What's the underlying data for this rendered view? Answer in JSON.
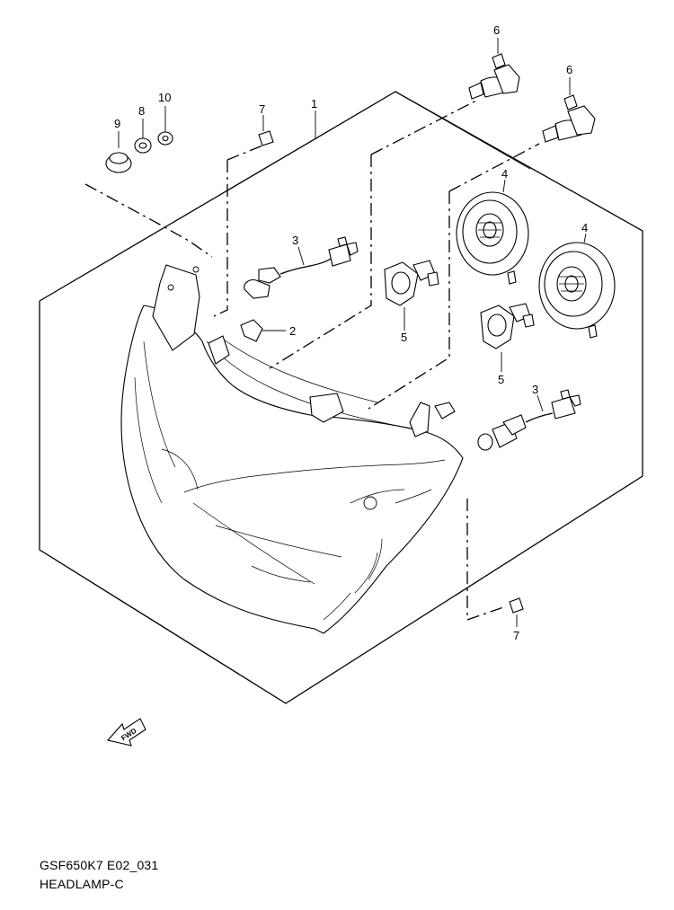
{
  "diagram": {
    "fwd_label": "FWD",
    "callouts": [
      {
        "id": "c1",
        "label": "1"
      },
      {
        "id": "c2",
        "label": "2"
      },
      {
        "id": "c3a",
        "label": "3"
      },
      {
        "id": "c3b",
        "label": "3"
      },
      {
        "id": "c4a",
        "label": "4"
      },
      {
        "id": "c4b",
        "label": "4"
      },
      {
        "id": "c5a",
        "label": "5"
      },
      {
        "id": "c5b",
        "label": "5"
      },
      {
        "id": "c6a",
        "label": "6"
      },
      {
        "id": "c6b",
        "label": "6"
      },
      {
        "id": "c7a",
        "label": "7"
      },
      {
        "id": "c7b",
        "label": "7"
      },
      {
        "id": "c8",
        "label": "8"
      },
      {
        "id": "c9",
        "label": "9"
      },
      {
        "id": "c10",
        "label": "10"
      }
    ]
  },
  "caption": {
    "model_code": "GSF650K7 E02_031",
    "section_name": "HEADLAMP-C"
  }
}
